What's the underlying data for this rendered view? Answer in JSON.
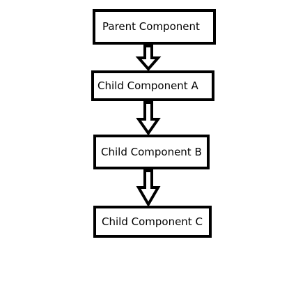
{
  "nodes": [
    {
      "label": "Parent Component"
    },
    {
      "label": "Child Component A"
    },
    {
      "label": "Child Component B"
    },
    {
      "label": "Child Component C"
    }
  ],
  "colors": {
    "stroke": "#000000",
    "background": "#ffffff"
  }
}
